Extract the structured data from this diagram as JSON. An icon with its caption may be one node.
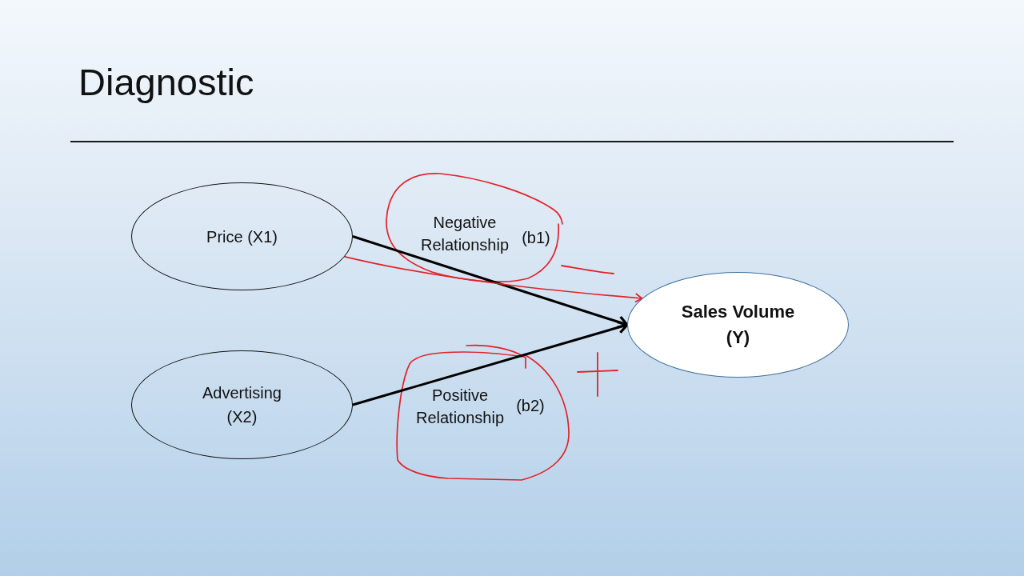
{
  "diagram": {
    "title": "Diagnostic",
    "nodes": [
      {
        "text": [
          "Price (X1)"
        ]
      },
      {
        "text": [
          "Advertising (X2)"
        ]
      },
      {
        "text": [
          "Sales Volume (Y)"
        ]
      }
    ],
    "edges": [
      {
        "from": 0,
        "to": 2,
        "arrow": "to"
      },
      {
        "from": 1,
        "to": 2,
        "arrow": "to"
      },
      {
        "from": 0,
        "to": 2,
        "arrow": "to",
        "color": "#e3222b"
      }
    ],
    "labels": [
      "Negative Relationship",
      "(b1)",
      "Positive Relationship",
      "(b2)"
    ]
  }
}
